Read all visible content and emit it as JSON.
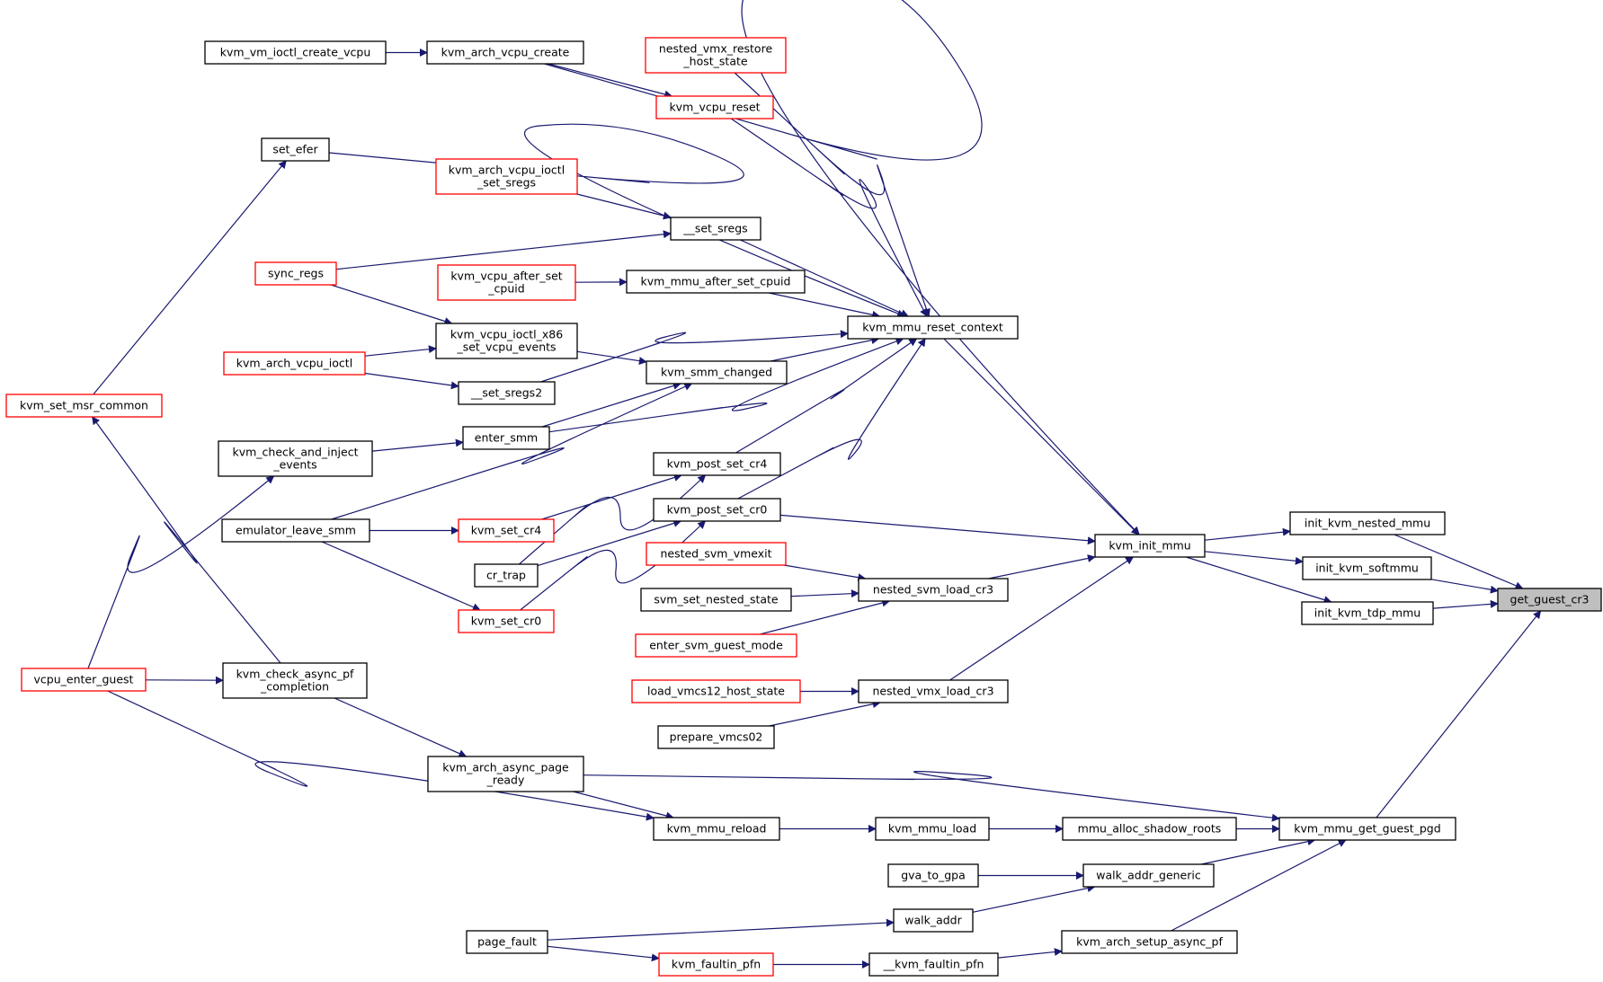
{
  "diagram": {
    "root": "get_guest_cr3",
    "colors": {
      "edge": "#191970",
      "node_border": "#000000",
      "link_border": "#ff0000",
      "root_fill": "#bfbfbf"
    },
    "nodes": [
      {
        "id": "get_guest_cr3",
        "lines": [
          "get_guest_cr3"
        ],
        "style": "target"
      },
      {
        "id": "init_kvm_nested_mmu",
        "lines": [
          "init_kvm_nested_mmu"
        ],
        "style": "normal"
      },
      {
        "id": "init_kvm_softmmu",
        "lines": [
          "init_kvm_softmmu"
        ],
        "style": "normal"
      },
      {
        "id": "init_kvm_tdp_mmu",
        "lines": [
          "init_kvm_tdp_mmu"
        ],
        "style": "normal"
      },
      {
        "id": "kvm_mmu_get_guest_pgd",
        "lines": [
          "kvm_mmu_get_guest_pgd"
        ],
        "style": "normal"
      },
      {
        "id": "kvm_init_mmu",
        "lines": [
          "kvm_init_mmu"
        ],
        "style": "normal"
      },
      {
        "id": "kvm_mmu_reset_context",
        "lines": [
          "kvm_mmu_reset_context"
        ],
        "style": "normal"
      },
      {
        "id": "kvm_post_set_cr0",
        "lines": [
          "kvm_post_set_cr0"
        ],
        "style": "normal"
      },
      {
        "id": "kvm_post_set_cr4",
        "lines": [
          "kvm_post_set_cr4"
        ],
        "style": "normal"
      },
      {
        "id": "nested_svm_load_cr3",
        "lines": [
          "nested_svm_load_cr3"
        ],
        "style": "normal"
      },
      {
        "id": "nested_vmx_load_cr3",
        "lines": [
          "nested_vmx_load_cr3"
        ],
        "style": "normal"
      },
      {
        "id": "kvm_arch_vcpu_create",
        "lines": [
          "kvm_arch_vcpu_create"
        ],
        "style": "normal"
      },
      {
        "id": "kvm_vm_ioctl_create_vcpu",
        "lines": [
          "kvm_vm_ioctl_create_vcpu"
        ],
        "style": "normal"
      },
      {
        "id": "nested_vmx_restore_host_state",
        "lines": [
          "nested_vmx_restore",
          "_host_state"
        ],
        "style": "link"
      },
      {
        "id": "kvm_vcpu_reset",
        "lines": [
          "kvm_vcpu_reset"
        ],
        "style": "link"
      },
      {
        "id": "set_efer",
        "lines": [
          "set_efer"
        ],
        "style": "normal"
      },
      {
        "id": "kvm_arch_vcpu_ioctl_set_sregs",
        "lines": [
          "kvm_arch_vcpu_ioctl",
          "_set_sregs"
        ],
        "style": "link"
      },
      {
        "id": "__set_sregs",
        "lines": [
          "__set_sregs"
        ],
        "style": "normal"
      },
      {
        "id": "sync_regs",
        "lines": [
          "sync_regs"
        ],
        "style": "link"
      },
      {
        "id": "kvm_vcpu_after_set_cpuid",
        "lines": [
          "kvm_vcpu_after_set",
          "_cpuid"
        ],
        "style": "link"
      },
      {
        "id": "kvm_mmu_after_set_cpuid",
        "lines": [
          "kvm_mmu_after_set_cpuid"
        ],
        "style": "normal"
      },
      {
        "id": "kvm_vcpu_ioctl_x86_set_vcpu_events",
        "lines": [
          "kvm_vcpu_ioctl_x86",
          "_set_vcpu_events"
        ],
        "style": "normal"
      },
      {
        "id": "kvm_arch_vcpu_ioctl",
        "lines": [
          "kvm_arch_vcpu_ioctl"
        ],
        "style": "link"
      },
      {
        "id": "__set_sregs2",
        "lines": [
          "__set_sregs2"
        ],
        "style": "normal"
      },
      {
        "id": "kvm_smm_changed",
        "lines": [
          "kvm_smm_changed"
        ],
        "style": "normal"
      },
      {
        "id": "kvm_set_msr_common",
        "lines": [
          "kvm_set_msr_common"
        ],
        "style": "link"
      },
      {
        "id": "enter_smm",
        "lines": [
          "enter_smm"
        ],
        "style": "normal"
      },
      {
        "id": "kvm_check_and_inject_events",
        "lines": [
          "kvm_check_and_inject",
          "_events"
        ],
        "style": "normal"
      },
      {
        "id": "emulator_leave_smm",
        "lines": [
          "emulator_leave_smm"
        ],
        "style": "normal"
      },
      {
        "id": "kvm_set_cr4",
        "lines": [
          "kvm_set_cr4"
        ],
        "style": "link"
      },
      {
        "id": "cr_trap",
        "lines": [
          "cr_trap"
        ],
        "style": "normal"
      },
      {
        "id": "kvm_set_cr0",
        "lines": [
          "kvm_set_cr0"
        ],
        "style": "link"
      },
      {
        "id": "nested_svm_vmexit",
        "lines": [
          "nested_svm_vmexit"
        ],
        "style": "link"
      },
      {
        "id": "svm_set_nested_state",
        "lines": [
          "svm_set_nested_state"
        ],
        "style": "normal"
      },
      {
        "id": "enter_svm_guest_mode",
        "lines": [
          "enter_svm_guest_mode"
        ],
        "style": "link"
      },
      {
        "id": "load_vmcs12_host_state",
        "lines": [
          "load_vmcs12_host_state"
        ],
        "style": "link"
      },
      {
        "id": "prepare_vmcs02",
        "lines": [
          "prepare_vmcs02"
        ],
        "style": "normal"
      },
      {
        "id": "vcpu_enter_guest",
        "lines": [
          "vcpu_enter_guest"
        ],
        "style": "link"
      },
      {
        "id": "kvm_check_async_pf_completion",
        "lines": [
          "kvm_check_async_pf",
          "_completion"
        ],
        "style": "normal"
      },
      {
        "id": "kvm_arch_async_page_ready",
        "lines": [
          "kvm_arch_async_page",
          "_ready"
        ],
        "style": "normal"
      },
      {
        "id": "kvm_mmu_reload",
        "lines": [
          "kvm_mmu_reload"
        ],
        "style": "normal"
      },
      {
        "id": "kvm_mmu_load",
        "lines": [
          "kvm_mmu_load"
        ],
        "style": "normal"
      },
      {
        "id": "mmu_alloc_shadow_roots",
        "lines": [
          "mmu_alloc_shadow_roots"
        ],
        "style": "normal"
      },
      {
        "id": "gva_to_gpa",
        "lines": [
          "gva_to_gpa"
        ],
        "style": "normal"
      },
      {
        "id": "walk_addr_generic",
        "lines": [
          "walk_addr_generic"
        ],
        "style": "normal"
      },
      {
        "id": "walk_addr",
        "lines": [
          "walk_addr"
        ],
        "style": "normal"
      },
      {
        "id": "page_fault",
        "lines": [
          "page_fault"
        ],
        "style": "normal"
      },
      {
        "id": "kvm_faultin_pfn",
        "lines": [
          "kvm_faultin_pfn"
        ],
        "style": "link"
      },
      {
        "id": "__kvm_faultin_pfn",
        "lines": [
          "__kvm_faultin_pfn"
        ],
        "style": "normal"
      },
      {
        "id": "kvm_arch_setup_async_pf",
        "lines": [
          "kvm_arch_setup_async_pf"
        ],
        "style": "normal"
      }
    ],
    "edges": [
      {
        "from": "get_guest_cr3",
        "to": "init_kvm_nested_mmu"
      },
      {
        "from": "get_guest_cr3",
        "to": "init_kvm_softmmu"
      },
      {
        "from": "get_guest_cr3",
        "to": "init_kvm_tdp_mmu"
      },
      {
        "from": "get_guest_cr3",
        "to": "kvm_mmu_get_guest_pgd"
      },
      {
        "from": "init_kvm_nested_mmu",
        "to": "kvm_init_mmu"
      },
      {
        "from": "init_kvm_softmmu",
        "to": "kvm_init_mmu"
      },
      {
        "from": "init_kvm_tdp_mmu",
        "to": "kvm_init_mmu"
      },
      {
        "from": "kvm_init_mmu",
        "to": "kvm_arch_vcpu_create"
      },
      {
        "from": "kvm_init_mmu",
        "to": "kvm_mmu_reset_context"
      },
      {
        "from": "kvm_init_mmu",
        "to": "kvm_post_set_cr0"
      },
      {
        "from": "kvm_init_mmu",
        "to": "nested_svm_load_cr3"
      },
      {
        "from": "kvm_init_mmu",
        "to": "nested_vmx_load_cr3"
      },
      {
        "from": "kvm_arch_vcpu_create",
        "to": "kvm_vm_ioctl_create_vcpu"
      },
      {
        "from": "kvm_mmu_reset_context",
        "to": "nested_vmx_restore_host_state"
      },
      {
        "from": "kvm_mmu_reset_context",
        "to": "kvm_vcpu_reset"
      },
      {
        "from": "kvm_mmu_reset_context",
        "to": "set_efer"
      },
      {
        "from": "kvm_mmu_reset_context",
        "to": "__set_sregs"
      },
      {
        "from": "kvm_mmu_reset_context",
        "to": "kvm_mmu_after_set_cpuid"
      },
      {
        "from": "kvm_mmu_reset_context",
        "to": "__set_sregs2"
      },
      {
        "from": "kvm_mmu_reset_context",
        "to": "kvm_smm_changed"
      },
      {
        "from": "kvm_mmu_reset_context",
        "to": "enter_smm"
      },
      {
        "from": "kvm_mmu_reset_context",
        "to": "kvm_post_set_cr4"
      },
      {
        "from": "kvm_mmu_reset_context",
        "to": "kvm_post_set_cr0"
      },
      {
        "from": "kvm_vcpu_reset",
        "to": "kvm_arch_vcpu_create"
      },
      {
        "from": "set_efer",
        "to": "kvm_set_msr_common"
      },
      {
        "from": "__set_sregs",
        "to": "kvm_arch_vcpu_ioctl_set_sregs"
      },
      {
        "from": "__set_sregs",
        "to": "sync_regs"
      },
      {
        "from": "kvm_mmu_after_set_cpuid",
        "to": "kvm_vcpu_after_set_cpuid"
      },
      {
        "from": "kvm_smm_changed",
        "to": "kvm_vcpu_ioctl_x86_set_vcpu_events"
      },
      {
        "from": "kvm_smm_changed",
        "to": "enter_smm"
      },
      {
        "from": "kvm_smm_changed",
        "to": "emulator_leave_smm"
      },
      {
        "from": "kvm_vcpu_ioctl_x86_set_vcpu_events",
        "to": "sync_regs"
      },
      {
        "from": "kvm_vcpu_ioctl_x86_set_vcpu_events",
        "to": "kvm_arch_vcpu_ioctl"
      },
      {
        "from": "__set_sregs2",
        "to": "kvm_arch_vcpu_ioctl"
      },
      {
        "from": "enter_smm",
        "to": "kvm_check_and_inject_events"
      },
      {
        "from": "kvm_check_and_inject_events",
        "to": "vcpu_enter_guest"
      },
      {
        "from": "kvm_post_set_cr4",
        "to": "kvm_set_cr4"
      },
      {
        "from": "kvm_post_set_cr4",
        "to": "cr_trap"
      },
      {
        "from": "kvm_post_set_cr0",
        "to": "cr_trap"
      },
      {
        "from": "kvm_post_set_cr0",
        "to": "kvm_set_cr0"
      },
      {
        "from": "kvm_set_cr4",
        "to": "emulator_leave_smm"
      },
      {
        "from": "kvm_set_cr0",
        "to": "emulator_leave_smm"
      },
      {
        "from": "nested_svm_load_cr3",
        "to": "nested_svm_vmexit"
      },
      {
        "from": "nested_svm_load_cr3",
        "to": "svm_set_nested_state"
      },
      {
        "from": "nested_svm_load_cr3",
        "to": "enter_svm_guest_mode"
      },
      {
        "from": "nested_vmx_load_cr3",
        "to": "load_vmcs12_host_state"
      },
      {
        "from": "nested_vmx_load_cr3",
        "to": "prepare_vmcs02"
      },
      {
        "from": "kvm_set_msr_common",
        "to": "kvm_check_async_pf_completion"
      },
      {
        "from": "kvm_check_async_pf_completion",
        "to": "vcpu_enter_guest"
      },
      {
        "from": "kvm_arch_async_page_ready",
        "to": "kvm_check_async_pf_completion"
      },
      {
        "from": "kvm_mmu_get_guest_pgd",
        "to": "kvm_arch_async_page_ready"
      },
      {
        "from": "kvm_mmu_get_guest_pgd",
        "to": "mmu_alloc_shadow_roots"
      },
      {
        "from": "kvm_mmu_get_guest_pgd",
        "to": "walk_addr_generic"
      },
      {
        "from": "kvm_mmu_get_guest_pgd",
        "to": "kvm_arch_setup_async_pf"
      },
      {
        "from": "mmu_alloc_shadow_roots",
        "to": "kvm_mmu_load"
      },
      {
        "from": "kvm_mmu_load",
        "to": "kvm_mmu_reload"
      },
      {
        "from": "kvm_mmu_reload",
        "to": "kvm_arch_async_page_ready"
      },
      {
        "from": "kvm_mmu_reload",
        "to": "vcpu_enter_guest"
      },
      {
        "from": "walk_addr_generic",
        "to": "gva_to_gpa"
      },
      {
        "from": "walk_addr_generic",
        "to": "walk_addr"
      },
      {
        "from": "walk_addr",
        "to": "page_fault"
      },
      {
        "from": "kvm_arch_setup_async_pf",
        "to": "__kvm_faultin_pfn"
      },
      {
        "from": "__kvm_faultin_pfn",
        "to": "kvm_faultin_pfn"
      },
      {
        "from": "kvm_faultin_pfn",
        "to": "page_fault"
      }
    ]
  }
}
